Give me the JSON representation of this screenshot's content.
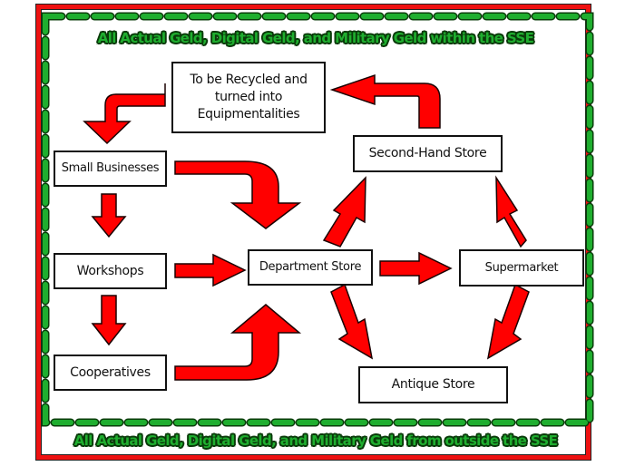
{
  "diagram": {
    "title_top": "All Actual Geld, Digital Geld, and Military Geld within the SSE",
    "title_bottom": "All Actual Geld, Digital Geld, and Military Geld from outside the SSE",
    "colors": {
      "outer_border": "#ee1111",
      "dashed_border": "#1fae2f",
      "banner_text": "#1fae2f",
      "arrow_fill": "#ff0000",
      "node_border": "#111111"
    },
    "nodes": {
      "recycled": "To be Recycled and turned into Equipmentalities",
      "small_businesses": "Small Businesses",
      "workshops": "Workshops",
      "cooperatives": "Cooperatives",
      "department_store": "Department Store",
      "second_hand_store": "Second-Hand Store",
      "supermarket": "Supermarket",
      "antique_store": "Antique Store"
    },
    "edges": [
      {
        "from": "recycled",
        "to": "small_businesses"
      },
      {
        "from": "small_businesses",
        "to": "workshops"
      },
      {
        "from": "small_businesses",
        "to": "department_store"
      },
      {
        "from": "workshops",
        "to": "cooperatives"
      },
      {
        "from": "workshops",
        "to": "department_store"
      },
      {
        "from": "cooperatives",
        "to": "department_store"
      },
      {
        "from": "department_store",
        "to": "second_hand_store"
      },
      {
        "from": "department_store",
        "to": "supermarket"
      },
      {
        "from": "department_store",
        "to": "antique_store"
      },
      {
        "from": "supermarket",
        "to": "second_hand_store"
      },
      {
        "from": "supermarket",
        "to": "antique_store"
      },
      {
        "from": "second_hand_store",
        "to": "recycled"
      }
    ]
  }
}
